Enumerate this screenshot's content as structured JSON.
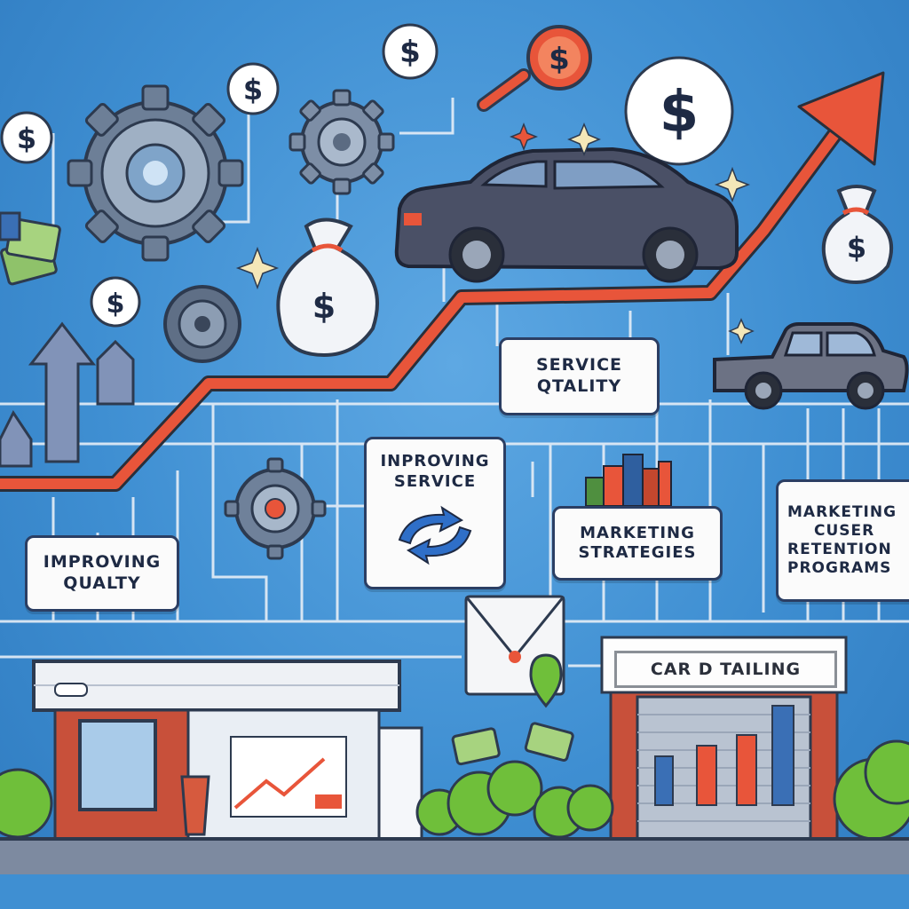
{
  "labels": {
    "service_quality": [
      "SERVICE",
      "QTALITY"
    ],
    "improving_service": [
      "INPROVING",
      "SERVICE"
    ],
    "improving_quality": [
      "IMPROVING",
      "QUALTY"
    ],
    "marketing_strategies": [
      "MARKETING",
      "STRATEGIES"
    ],
    "marketing_retention": [
      "MARKETING",
      "CUSER",
      "RETENTION",
      "PROGRAMS"
    ]
  },
  "shop_sign": "CAR D TAILING",
  "dollar_symbol": "$",
  "colors": {
    "sky": "#3f8fd2",
    "growth_arrow": "#e8553a",
    "line": "#e6eef7",
    "brick": "#c8503a",
    "bush": "#6fbf3a",
    "road": "#7d8aa0"
  }
}
